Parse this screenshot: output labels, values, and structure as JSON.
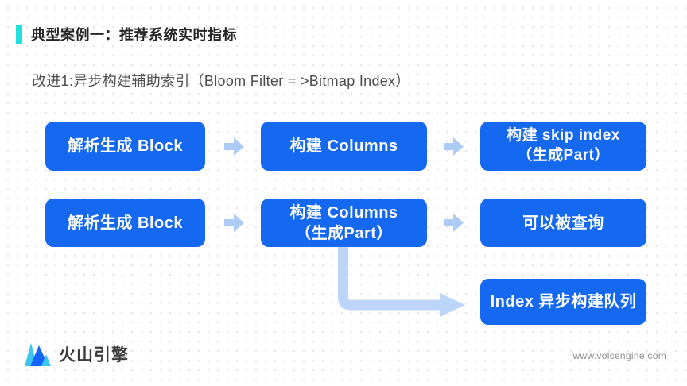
{
  "slide": {
    "title": "典型案例一：推荐系统实时指标",
    "subtitle": "改进1:异步构建辅助索引（Bloom Filter = >Bitmap Index）",
    "footer": {
      "brand": "火山引擎",
      "url": "www.volcengine.com"
    },
    "colors": {
      "accent_cyan": "#1FE0DC",
      "box_blue": "#1568F0",
      "arrow_light_blue": "#AECBF5",
      "connector_light_blue": "#BCD5F8"
    }
  },
  "diagram": {
    "row1": {
      "box1": "解析生成 Block",
      "box2": "构建 Columns",
      "box3_line1": "构建 skip index",
      "box3_line2": "（生成Part）"
    },
    "row2": {
      "box1": "解析生成 Block",
      "box2_line1": "构建 Columns",
      "box2_line2": "（生成Part）",
      "box3": "可以被查询"
    },
    "row3": {
      "box1": "Index 异步构建队列"
    }
  }
}
